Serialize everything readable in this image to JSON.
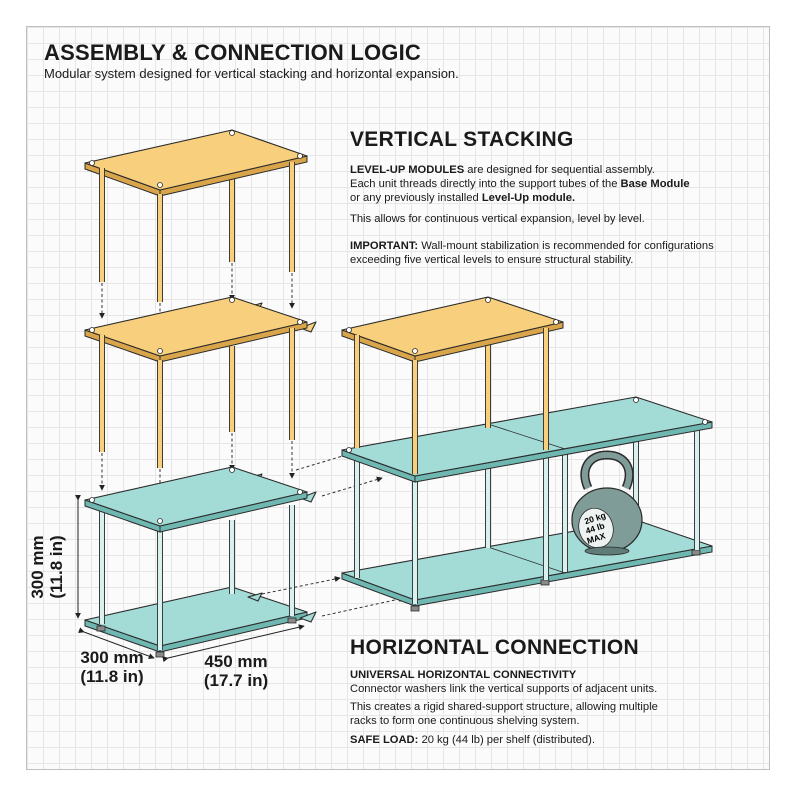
{
  "header": {
    "title": "ASSEMBLY & CONNECTION LOGIC",
    "subtitle": "Modular system designed for vertical stacking and horizontal expansion."
  },
  "vertical": {
    "heading": "VERTICAL STACKING",
    "p1_lead": "LEVEL-UP MODULES",
    "p1_a": " are designed for sequential assembly.",
    "p1_b": "Each unit threads directly into the support tubes of the ",
    "p1_base": "Base Module",
    "p1_c": "or any previously installed ",
    "p1_level": "Level-Up module.",
    "p2": "This allows for continuous vertical expansion, level by level.",
    "p3_lead": "IMPORTANT:",
    "p3_a": " Wall-mount stabilization is recommended for configurations",
    "p3_b": "exceeding five vertical levels to ensure structural stability."
  },
  "horizontal": {
    "heading": "HORIZONTAL CONNECTION",
    "sub": "UNIVERSAL HORIZONTAL CONNECTIVITY",
    "p1": "Connector washers link the vertical supports of adjacent units.",
    "p2_a": "This creates a rigid shared-support structure, allowing multiple",
    "p2_b": "racks to form one continuous shelving system.",
    "load_lead": "SAFE LOAD:",
    "load_text": " 20 kg (44 lb) per shelf (distributed)."
  },
  "dimensions": {
    "height_1": "300 mm",
    "height_2": "(11.8 in)",
    "depth_1": "300 mm",
    "depth_2": "(11.8 in)",
    "width_1": "450 mm",
    "width_2": "(17.7 in)"
  },
  "kettlebell": {
    "line1": "20 kg",
    "line2": "44 lb",
    "line3": "MAX"
  },
  "colors": {
    "yellow": "#f7cf7d",
    "yellow_dark": "#d9a54a",
    "teal": "#a3dbd6",
    "teal_dark": "#6fb7b1",
    "kettlebell": "#7f9c98",
    "outline": "#2b2b2b"
  }
}
